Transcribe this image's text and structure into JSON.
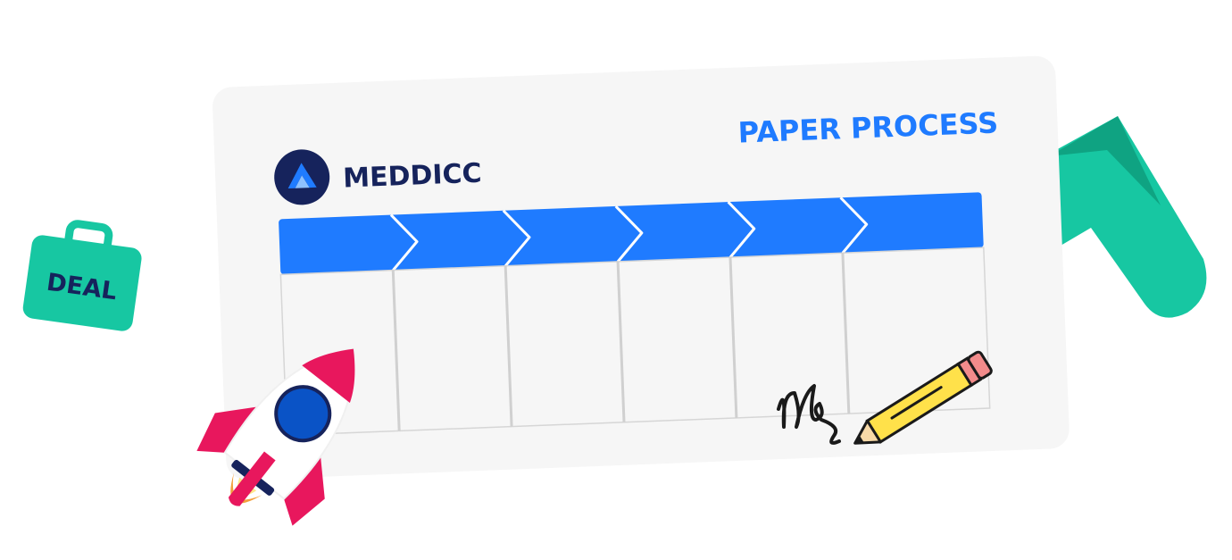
{
  "brand": {
    "name": "MEDDICC",
    "logo_icon": "meddicc-chevron-logo-icon",
    "logo_bg_color": "#16235c",
    "logo_fg_color": "#1f7bff"
  },
  "card": {
    "title": "PAPER PROCESS",
    "title_color": "#1f7bff",
    "stages_count": 6,
    "header_color": "#1f7bff"
  },
  "badge": {
    "label": "DEAL",
    "icon": "briefcase-icon",
    "color": "#17c7a2"
  },
  "decorations": {
    "rocket_icon": "rocket-icon",
    "pencil_icon": "pencil-icon",
    "signature_icon": "signature-scribble-icon",
    "arrow_shape": "green-arrow-shape"
  },
  "colors": {
    "accent_blue": "#1f7bff",
    "navy": "#16235c",
    "teal": "#17c7a2",
    "teal_dark": "#0fa382",
    "pink": "#e8175d",
    "yellow": "#ffe14a",
    "card_bg": "#f6f6f6"
  }
}
